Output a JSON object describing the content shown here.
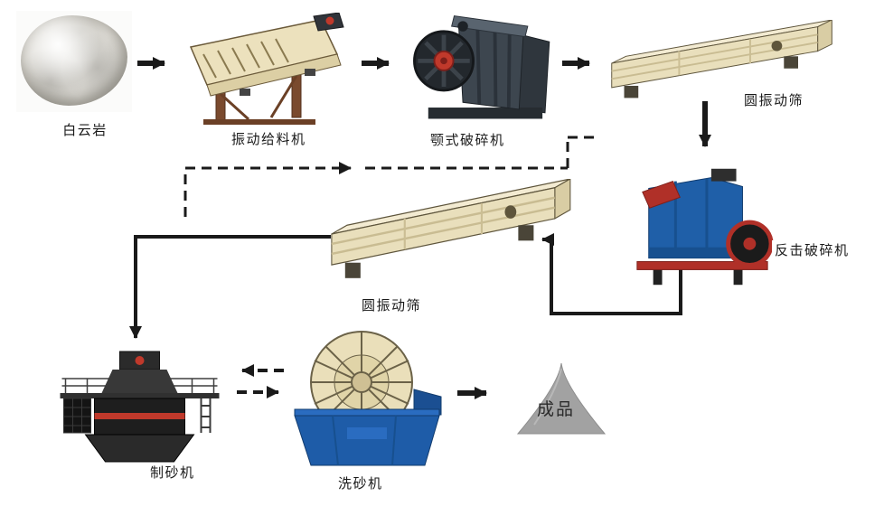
{
  "nodes": {
    "dolomite": {
      "label": "白云岩"
    },
    "feeder": {
      "label": "振动给料机"
    },
    "jaw_crusher": {
      "label": "颚式破碎机"
    },
    "screen_top": {
      "label": "圆振动筛"
    },
    "impact_crusher": {
      "label": "反击破碎机"
    },
    "screen_mid": {
      "label": "圆振动筛"
    },
    "sand_maker": {
      "label": "制砂机"
    },
    "sand_washer": {
      "label": "洗砂机"
    },
    "product": {
      "label": "成品"
    }
  },
  "edges": [
    {
      "from": "dolomite",
      "to": "feeder",
      "style": "solid"
    },
    {
      "from": "feeder",
      "to": "jaw_crusher",
      "style": "solid"
    },
    {
      "from": "jaw_crusher",
      "to": "screen_top",
      "style": "solid"
    },
    {
      "from": "screen_top",
      "to": "impact_crusher",
      "style": "solid"
    },
    {
      "from": "impact_crusher",
      "to": "screen_mid",
      "style": "solid"
    },
    {
      "from": "screen_mid",
      "to": "sand_maker",
      "style": "solid"
    },
    {
      "from": "screen_mid",
      "to": "jaw_crusher",
      "style": "dashed-return"
    },
    {
      "from": "sand_maker",
      "to": "sand_washer",
      "style": "dashed-both-ways"
    },
    {
      "from": "sand_washer",
      "to": "product",
      "style": "solid"
    }
  ],
  "colors": {
    "arrow": "#1a1a1a",
    "machine_cream": "#ece1bd",
    "machine_blue": "#1e5ca8",
    "accent_red": "#c0392b",
    "machine_dark": "#2b2b2b",
    "product_gray": "#a2a2a2",
    "background": "#ffffff"
  }
}
